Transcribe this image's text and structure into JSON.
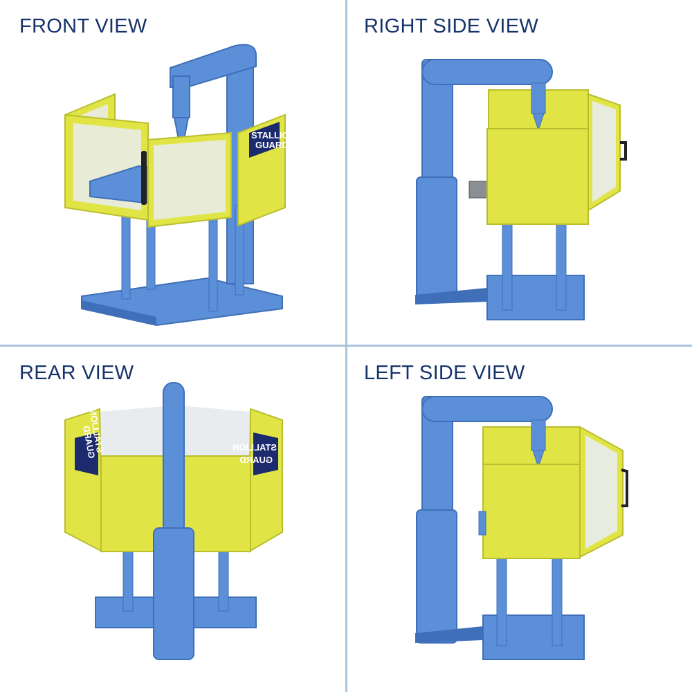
{
  "views": {
    "front": {
      "title": "FRONT VIEW"
    },
    "right": {
      "title": "RIGHT SIDE VIEW"
    },
    "rear": {
      "title": "REAR VIEW"
    },
    "left": {
      "title": "LEFT SIDE VIEW"
    }
  },
  "brand": {
    "line1": "STALLION",
    "line2": "GUARD"
  },
  "colors": {
    "machine_blue": "#5b8fd8",
    "machine_blue_dark": "#3f6fb8",
    "guard_yellow": "#e0e545",
    "guard_yellow_dark": "#b9be2e",
    "glass": "#e9ecef",
    "plate_navy": "#1c2a6e",
    "title_navy": "#16336b",
    "divider": "#a9c3dc"
  }
}
